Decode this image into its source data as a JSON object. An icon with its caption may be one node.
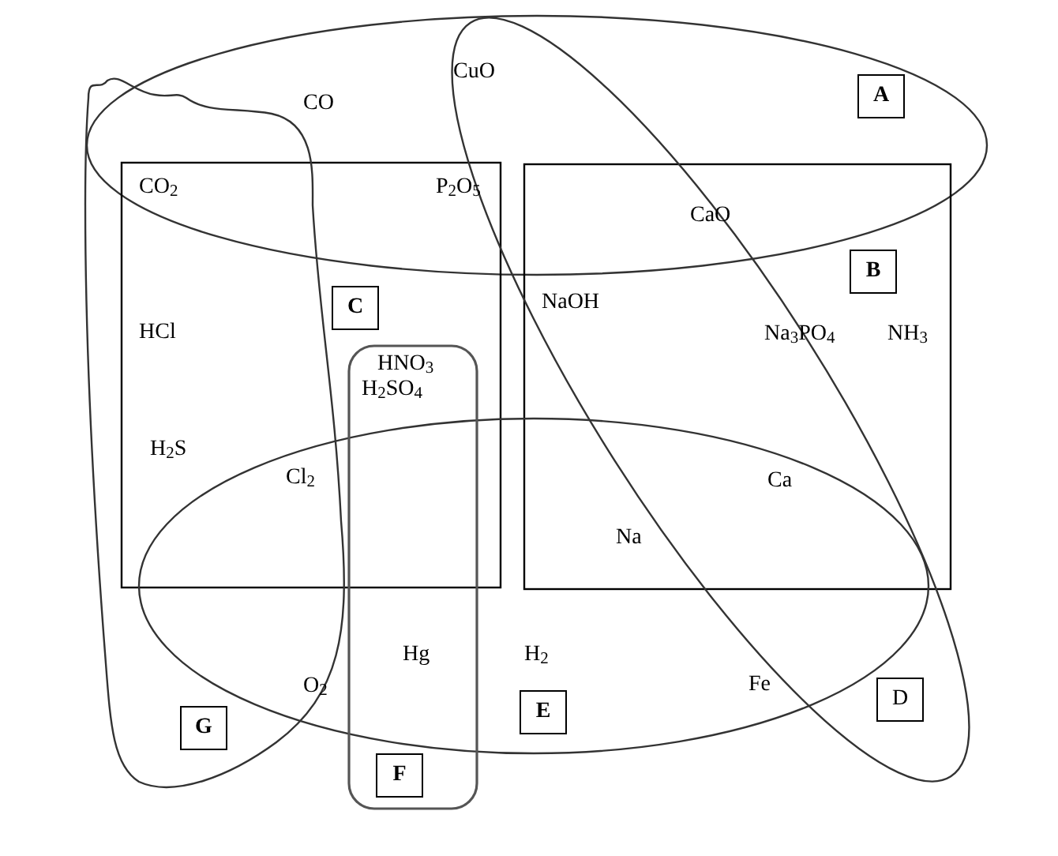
{
  "diagram": {
    "nodes": [
      {
        "text": [
          "A"
        ]
      },
      {
        "text": [
          "B"
        ]
      },
      {
        "text": [
          "C"
        ]
      },
      {
        "text": [
          "D"
        ]
      },
      {
        "text": [
          "E"
        ]
      },
      {
        "text": [
          "G"
        ]
      },
      {
        "text": [
          "F"
        ]
      }
    ],
    "labels": [
      "CuO",
      "CO",
      "CO$_{2}$",
      "P$_{2}$O$_{5}$",
      "CaO",
      "NaOH",
      "HCl",
      "Na$_{3}$PO$_{4}$",
      "NH$_{3}$",
      "HNO$_{3}$",
      "H$_{2}$SO$_{4}$",
      "H$_{2}$S",
      "Cl$_{2}$",
      "Ca",
      "Na",
      "Hg",
      "H$_{2}$",
      "O$_{2}$",
      "Fe"
    ]
  }
}
